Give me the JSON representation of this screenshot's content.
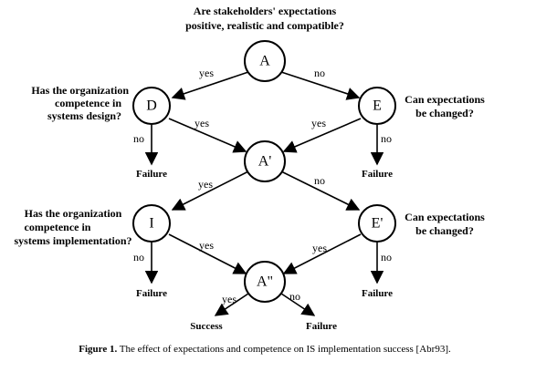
{
  "questions": {
    "top_line1": "Are stakeholders' expectations",
    "top_line2": "positive, realistic and compatible?",
    "d_line1": "Has the organization",
    "d_line2": "competence in",
    "d_line3": "systems design?",
    "e_line1": "Can expectations",
    "e_line2": "be changed?",
    "i_line1": "Has the organization",
    "i_line2": "competence in",
    "i_line3": "systems implementation?",
    "e2_line1": "Can expectations",
    "e2_line2": "be changed?"
  },
  "nodes": {
    "A": "A",
    "D": "D",
    "E": "E",
    "A1": "A'",
    "I": "I",
    "E1": "E'",
    "A2": "A\""
  },
  "edges": {
    "A_D": "yes",
    "A_E": "no",
    "D_A1": "yes",
    "E_A1": "yes",
    "D_fail": "no",
    "E_fail": "no",
    "A1_I": "yes",
    "A1_E1": "no",
    "I_A2": "yes",
    "E1_A2": "yes",
    "I_fail": "no",
    "E1_fail": "no",
    "A2_success": "yes",
    "A2_fail": "no"
  },
  "outcomes": {
    "failure": "Failure",
    "success": "Success"
  },
  "caption": {
    "prefix": "Figure 1.",
    "text": " The effect of expectations and competence on IS implementation success [Abr93]."
  }
}
